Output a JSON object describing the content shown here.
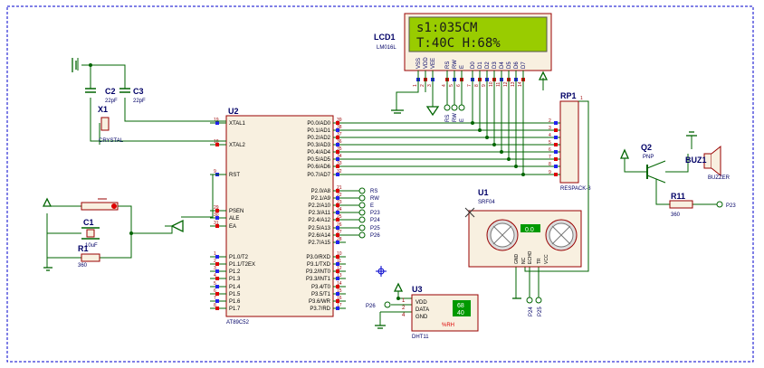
{
  "colors": {
    "background": "#ffffff",
    "grid_border": "#0000cc",
    "wire": "#006400",
    "body_fill": "#f8f0e0",
    "body_stroke": "#990000",
    "pin_text": "#990000",
    "label_text": "#000066",
    "lcd_screen": "#99cc00",
    "lcd_text": "#1a1a1a",
    "pin_marker": "#2222ee",
    "pin_marker_red": "#dd0000"
  },
  "lcd": {
    "ref": "LCD1",
    "part": "LM016L",
    "line1": "s1:035CM",
    "line2": "T:40C H:68%",
    "pins": [
      "VSS",
      "VDD",
      "VEE",
      "RS",
      "RW",
      "E",
      "D0",
      "D1",
      "D2",
      "D3",
      "D4",
      "D5",
      "D6",
      "D7"
    ],
    "pin_numbers": [
      "1",
      "2",
      "3",
      "4",
      "5",
      "6",
      "7",
      "8",
      "9",
      "10",
      "11",
      "12",
      "13",
      "14"
    ]
  },
  "mcu": {
    "ref": "U2",
    "part": "AT89C52",
    "left_pins": [
      {
        "num": "19",
        "name": "XTAL1"
      },
      {
        "num": "18",
        "name": "XTAL2"
      },
      {
        "num": "9",
        "name": "RST"
      },
      {
        "num": "29",
        "name": "PSEN"
      },
      {
        "num": "30",
        "name": "ALE"
      },
      {
        "num": "31",
        "name": "EA"
      },
      {
        "num": "1",
        "name": "P1.0/T2"
      },
      {
        "num": "2",
        "name": "P1.1/T2EX"
      },
      {
        "num": "3",
        "name": "P1.2"
      },
      {
        "num": "4",
        "name": "P1.3"
      },
      {
        "num": "5",
        "name": "P1.4"
      },
      {
        "num": "6",
        "name": "P1.5"
      },
      {
        "num": "7",
        "name": "P1.6"
      },
      {
        "num": "8",
        "name": "P1.7"
      }
    ],
    "right_pins": [
      {
        "num": "39",
        "name": "P0.0/AD0"
      },
      {
        "num": "38",
        "name": "P0.1/AD1"
      },
      {
        "num": "37",
        "name": "P0.2/AD2"
      },
      {
        "num": "36",
        "name": "P0.3/AD3"
      },
      {
        "num": "35",
        "name": "P0.4/AD4"
      },
      {
        "num": "34",
        "name": "P0.5/AD5"
      },
      {
        "num": "33",
        "name": "P0.6/AD6"
      },
      {
        "num": "32",
        "name": "P0.7/AD7"
      },
      {
        "num": "21",
        "name": "P2.0/A8"
      },
      {
        "num": "22",
        "name": "P2.1/A9"
      },
      {
        "num": "23",
        "name": "P2.2/A10"
      },
      {
        "num": "24",
        "name": "P2.3/A11"
      },
      {
        "num": "25",
        "name": "P2.4/A12"
      },
      {
        "num": "26",
        "name": "P2.5/A13"
      },
      {
        "num": "27",
        "name": "P2.6/A14"
      },
      {
        "num": "28",
        "name": "P2.7/A15"
      },
      {
        "num": "10",
        "name": "P3.0/RXD"
      },
      {
        "num": "11",
        "name": "P3.1/TXD"
      },
      {
        "num": "12",
        "name": "P3.2/INT0"
      },
      {
        "num": "13",
        "name": "P3.3/INT1"
      },
      {
        "num": "14",
        "name": "P3.4/T0"
      },
      {
        "num": "15",
        "name": "P3.5/T1"
      },
      {
        "num": "16",
        "name": "P3.6/WR"
      },
      {
        "num": "17",
        "name": "P3.7/RD"
      }
    ],
    "p2_net_labels": [
      "RS",
      "RW",
      "E",
      "P23",
      "P24",
      "P25",
      "P26"
    ]
  },
  "rp1": {
    "ref": "RP1",
    "part": "RESPACK-8",
    "pins": [
      "2",
      "3",
      "4",
      "5",
      "6",
      "7",
      "8",
      "9"
    ],
    "common": "1"
  },
  "lcd_net_labels": [
    "RS",
    "RW",
    "E"
  ],
  "xtal": {
    "ref": "X1",
    "part": "CRYSTAL"
  },
  "c2": {
    "ref": "C2",
    "value": "22pF"
  },
  "c3": {
    "ref": "C3",
    "value": "22pF"
  },
  "c1": {
    "ref": "C1",
    "value": "10uF"
  },
  "r1": {
    "ref": "R1",
    "value": "360"
  },
  "q2": {
    "ref": "Q2",
    "part": "PNP"
  },
  "buz": {
    "ref": "BUZ1",
    "part": "BUZZER"
  },
  "r11": {
    "ref": "R11",
    "value": "360",
    "net": "P23"
  },
  "u1": {
    "ref": "U1",
    "part": "SRF04",
    "display": "0.0",
    "pins": [
      "GND",
      "NC",
      "ECHO",
      "TR",
      "VCC"
    ],
    "nets": [
      "P24",
      "P25"
    ]
  },
  "u3": {
    "ref": "U3",
    "part": "DHT11",
    "pins": [
      "VDD",
      "DATA",
      "GND"
    ],
    "pin_numbers": [
      "1",
      "2",
      "4"
    ],
    "net": "P26",
    "temp": "68",
    "hum": "40",
    "rh_label": "%RH"
  }
}
